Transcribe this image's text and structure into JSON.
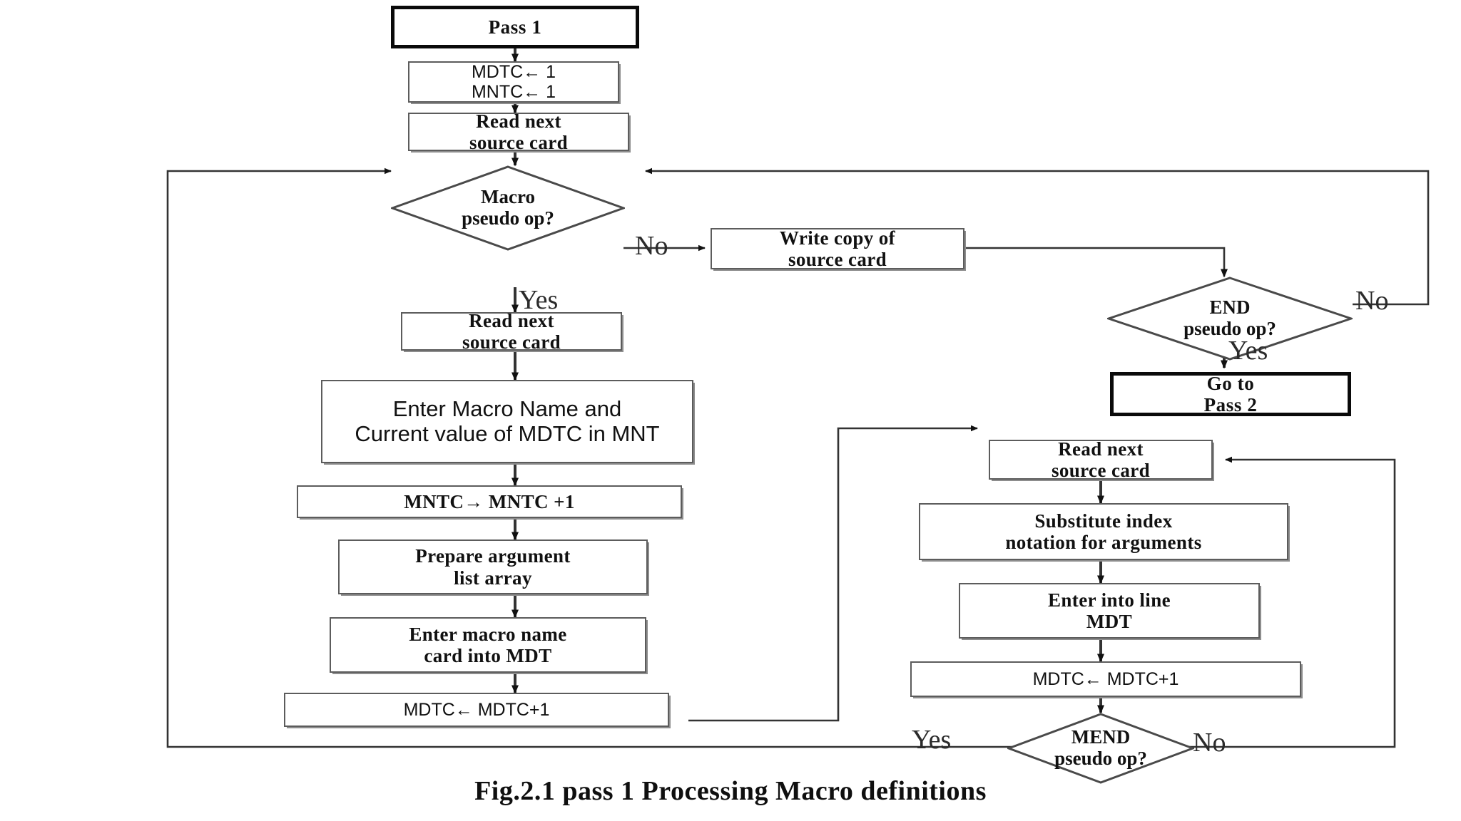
{
  "figure": {
    "caption": "Fig.2.1   pass 1 Processing Macro definitions",
    "colors": {
      "box_border": "#5c5c5c",
      "terminal_border": "#0a0a0a",
      "wire": "#3a3a3a",
      "text": "#111111",
      "background": "#ffffff"
    }
  },
  "nodes": {
    "pass1": {
      "label": "Pass 1",
      "type": "terminal"
    },
    "init_counters": {
      "line1": "MDTC← 1",
      "line2": "MNTC← 1",
      "type": "process"
    },
    "read_card_main": {
      "line1": "Read next",
      "line2": "source card",
      "type": "process"
    },
    "macro_pseudo_op": {
      "line1": "Macro",
      "line2": "pseudo op?",
      "type": "decision"
    },
    "write_copy": {
      "line1": "Write copy of",
      "line2": "source card",
      "type": "process"
    },
    "end_pseudo_op": {
      "line1": "END",
      "line2": "pseudo op?",
      "type": "decision"
    },
    "go_to_pass2": {
      "line1": "Go to",
      "line2": "Pass 2",
      "type": "terminal"
    },
    "read_card_macro": {
      "line1": "Read next",
      "line2": "source card",
      "type": "process"
    },
    "enter_macro_name_mnt": {
      "line1": "Enter Macro Name and",
      "line2": "Current value of MDTC in MNT",
      "type": "process"
    },
    "mntc_increment": {
      "label": "MNTC→  MNTC +1",
      "type": "process"
    },
    "prepare_arg_list": {
      "line1": "Prepare argument",
      "line2": "list array",
      "type": "process"
    },
    "enter_macro_card_mdt": {
      "line1": "Enter macro name",
      "line2": "card into MDT",
      "type": "process"
    },
    "mdtc_increment_left": {
      "label": "MDTC← MDTC+1",
      "type": "process"
    },
    "read_card_body": {
      "line1": "Read next",
      "line2": "source card",
      "type": "process"
    },
    "substitute_index": {
      "line1": "Substitute index",
      "line2": "notation for arguments",
      "type": "process"
    },
    "enter_into_line_mdt": {
      "line1": "Enter into line",
      "line2": "MDT",
      "type": "process"
    },
    "mdtc_increment_right": {
      "label": "MDTC← MDTC+1",
      "type": "process"
    },
    "mend_pseudo_op": {
      "line1": "MEND",
      "line2": "pseudo op?",
      "type": "decision"
    }
  },
  "edge_labels": {
    "macro_no": "No",
    "macro_yes": "Yes",
    "end_no": "No",
    "end_yes": "Yes",
    "mend_yes": "Yes",
    "mend_no": "No"
  }
}
